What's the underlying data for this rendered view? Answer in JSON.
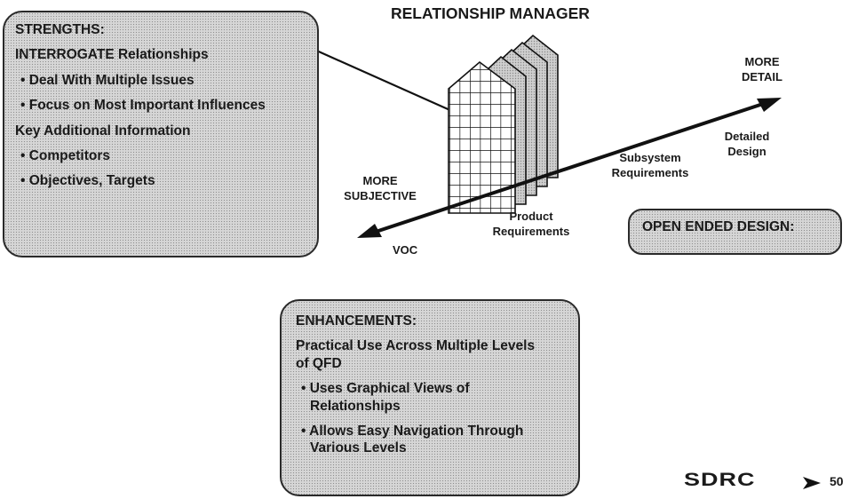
{
  "title": "RELATIONSHIP MANAGER",
  "strengths": {
    "heading": "STRENGTHS:",
    "items": [
      "INTERROGATE Relationships",
      "• Deal With Multiple Issues",
      "• Focus on Most Important Influences",
      "Key Additional Information",
      "• Competitors",
      "• Objectives, Targets"
    ]
  },
  "axis_labels": {
    "more_detail": "MORE DETAIL",
    "more_subjective": "MORE SUBJECTIVE",
    "detailed_design": "Detailed Design",
    "subsystem_requirements": "Subsystem Requirements",
    "product_requirements": "Product Requirements",
    "voc": "VOC"
  },
  "open_ended_design": "OPEN ENDED DESIGN:",
  "enhancements": {
    "heading": "ENHANCEMENTS:",
    "items": [
      "Practical Use Across Multiple Levels of QFD",
      "• Uses Graphical Views of Relationships",
      "• Allows Easy Navigation Through Various Levels"
    ]
  },
  "footer": {
    "logo": "SDRC",
    "page_number": "50"
  }
}
